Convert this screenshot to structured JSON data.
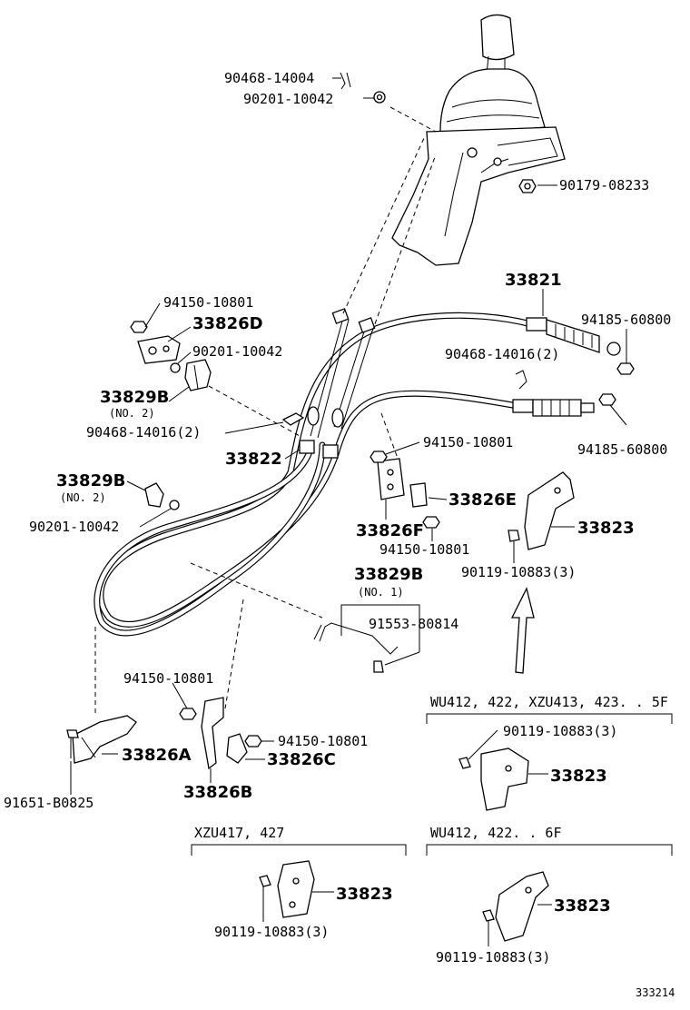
{
  "parts": {
    "p90468_14004": "90468-14004",
    "p90201_10042_top": "90201-10042",
    "p90179_08233": "90179-08233",
    "p33821": "33821",
    "p94185_60800_a": "94185-60800",
    "p90468_14016_right": "90468-14016(2)",
    "p94185_60800_b": "94185-60800",
    "p94150_10801_a": "94150-10801",
    "p33826D": "33826D",
    "p90201_10042_mid": "90201-10042",
    "p33829B_no2_a": "33829B",
    "p33829B_no2_a_sub": "(NO. 2)",
    "p90468_14016_left": "90468-14016(2)",
    "p33822": "33822",
    "p94150_10801_b": "94150-10801",
    "p33826E": "33826E",
    "p33826F": "33826F",
    "p94150_10801_c": "94150-10801",
    "p33823_main": "33823",
    "p90119_10883_main": "90119-10883(3)",
    "p33829B_no2_b": "33829B",
    "p33829B_no2_b_sub": "(NO. 2)",
    "p90201_10042_low": "90201-10042",
    "p33829B_no1": "33829B",
    "p33829B_no1_sub": "(NO. 1)",
    "p91553_80814": "91553-80814",
    "p94150_10801_d": "94150-10801",
    "p94150_10801_e": "94150-10801",
    "p33826A": "33826A",
    "p33826C": "33826C",
    "p33826B": "33826B",
    "p91651_B0825": "91651-B0825"
  },
  "variants": {
    "v1_title": "WU412, 422, XZU413, 423. . 5F",
    "v1_bolt": "90119-10883(3)",
    "v1_part": "33823",
    "v2_title": "XZU417, 427",
    "v2_part": "33823",
    "v2_bolt": "90119-10883(3)",
    "v3_title": "WU412, 422. . 6F",
    "v3_part": "33823",
    "v3_bolt": "90119-10883(3)"
  },
  "figure_id": "333214"
}
